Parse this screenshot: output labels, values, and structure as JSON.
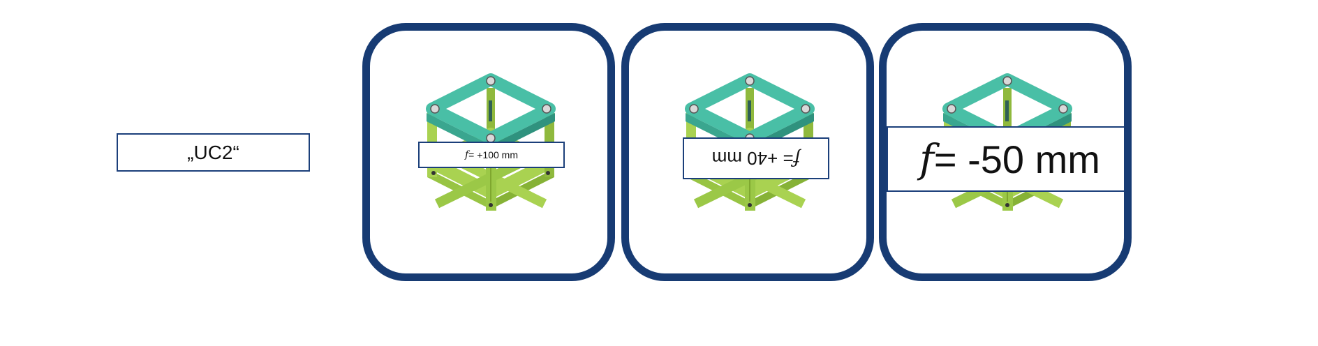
{
  "left_label": "„UC2“",
  "cards": [
    {
      "f_symbol": "f",
      "text": " = +100 mm",
      "orientation": "normal"
    },
    {
      "f_symbol": "f",
      "text": " = +40 mm",
      "orientation": "upside-down"
    },
    {
      "f_symbol": "f",
      "text": " = -50 mm",
      "orientation": "normal"
    }
  ],
  "colors": {
    "frame_border": "#173b73",
    "label_border": "#1b3f7a",
    "cube_top": "#49bfa6",
    "cube_body": "#a9d251"
  },
  "icons": [
    "uc2-cube-icon"
  ]
}
